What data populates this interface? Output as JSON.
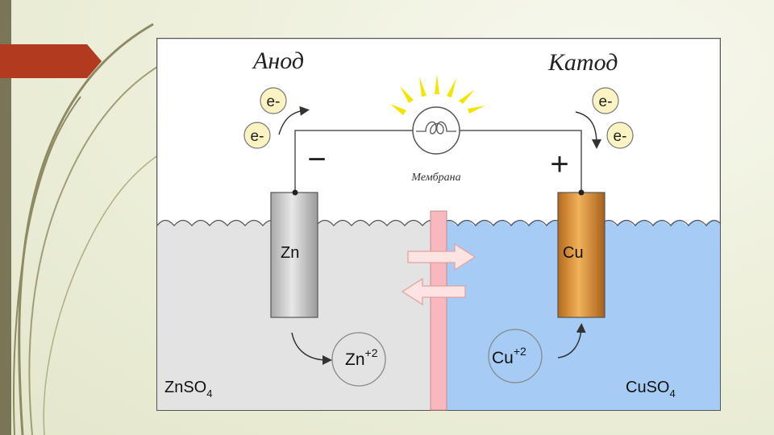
{
  "labels": {
    "anode": "Анод",
    "cathode": "Катод",
    "membrane": "Мембрана",
    "minus": "−",
    "plus": "+",
    "electron": "e-",
    "zn": "Zn",
    "cu": "Cu",
    "zn_ion_base": "Zn",
    "zn_ion_charge": "+2",
    "cu_ion_base": "Cu",
    "cu_ion_charge": "+2",
    "zn_solution_base": "ZnSO",
    "zn_solution_sub": "4",
    "cu_solution_base": "CuSO",
    "cu_solution_sub": "4"
  },
  "colors": {
    "zn_solution": "#e3e3e3",
    "cu_solution": "#a6ccf6",
    "membrane": "#f7b9bd",
    "zinc_electrode": "#c7c7c7",
    "copper_electrode": "#d5892e",
    "accent_tab": "#b23a1e",
    "bulb_rays": "#f2e600",
    "electron_fill": "#fbf3c2"
  }
}
